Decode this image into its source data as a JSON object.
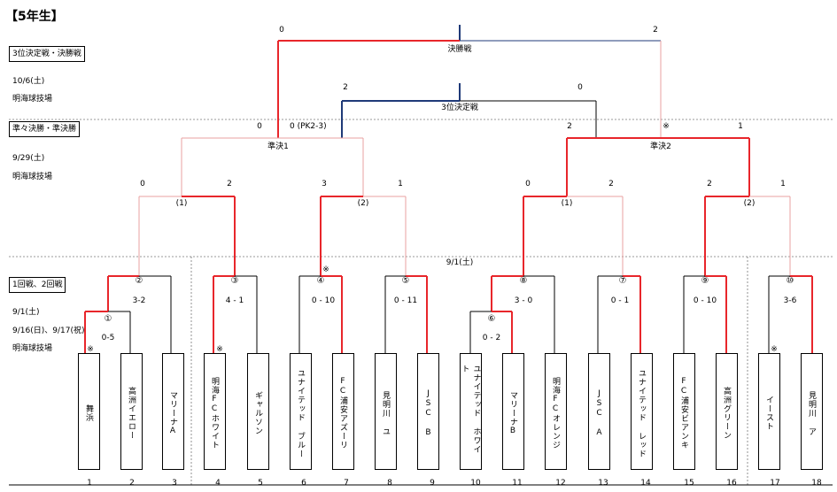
{
  "title": "【5年生】",
  "sections": {
    "final": {
      "header": "3位決定戦・決勝戦",
      "date": "10/6(土)",
      "venue": "明海球技場"
    },
    "semi": {
      "header": "準々決勝・準決勝",
      "date": "9/29(土)",
      "venue": "明海球技場"
    },
    "early": {
      "header": "1回戦、2回戦",
      "date1": "9/1(土)",
      "date2": "9/16(日)、9/17(祝)",
      "venue": "明海球技場"
    }
  },
  "matches": {
    "final": "決勝戦",
    "third": "3位決定戦",
    "semi1": "準決1",
    "semi2": "準決2",
    "center_date": "9/1(土)"
  },
  "scores": {
    "final_l": "0",
    "final_r": "2",
    "third_l": "2",
    "third_r": "0",
    "s1_l": "0",
    "s1_r": "0 (PK2-3)",
    "s2_l": "2",
    "s2_r": "1",
    "qf1_l": "0",
    "qf1_r": "2",
    "qf2_l": "3",
    "qf2_r": "1",
    "qf3_l": "0",
    "qf3_r": "2",
    "qf4_l": "2",
    "qf4_r": "1",
    "m2": "3-2",
    "m1": "0-5",
    "m3": "4 - 1",
    "m4": "0 - 10",
    "m5": "0 - 11",
    "m6": "0 - 2",
    "m8": "3 - 0",
    "m7": "0 - 1",
    "m9": "0 - 10",
    "m10": "3-6"
  },
  "node_labels": {
    "qf1": "(1)",
    "qf2": "(2)",
    "qf3": "(1)",
    "qf4": "(2)",
    "n1": "①",
    "n2": "②",
    "n3": "③",
    "n4": "④",
    "n5": "⑤",
    "n6": "⑥",
    "n7": "⑦",
    "n8": "⑧",
    "n9": "⑨",
    "n10": "⑩"
  },
  "mark": "※",
  "teams": [
    {
      "num": "1",
      "name": "舞浜"
    },
    {
      "num": "2",
      "name": "高洲イエロー"
    },
    {
      "num": "3",
      "name": "マリーナA"
    },
    {
      "num": "4",
      "name": "明海FCホワイト"
    },
    {
      "num": "5",
      "name": "ギャルソン"
    },
    {
      "num": "6",
      "name": "ユナイテッド ブルー"
    },
    {
      "num": "7",
      "name": "FC浦安アズーリ"
    },
    {
      "num": "8",
      "name": "見明川 ユ"
    },
    {
      "num": "9",
      "name": "JSC B"
    },
    {
      "num": "10",
      "name": "ユナイテッド ホワイト"
    },
    {
      "num": "11",
      "name": "マリーナB"
    },
    {
      "num": "12",
      "name": "明海FCオレンジ"
    },
    {
      "num": "13",
      "name": "JSC A"
    },
    {
      "num": "14",
      "name": "ユナイテッド レッド"
    },
    {
      "num": "15",
      "name": "FC浦安ビアンキ"
    },
    {
      "num": "16",
      "name": "高洲グリーン"
    },
    {
      "num": "17",
      "name": "イースト"
    },
    {
      "num": "18",
      "name": "見明川 ア"
    }
  ],
  "colors": {
    "win": "#e8262b",
    "lose": "#e8a0a0",
    "neutral": "#000000",
    "blue": "#1f3a78"
  }
}
